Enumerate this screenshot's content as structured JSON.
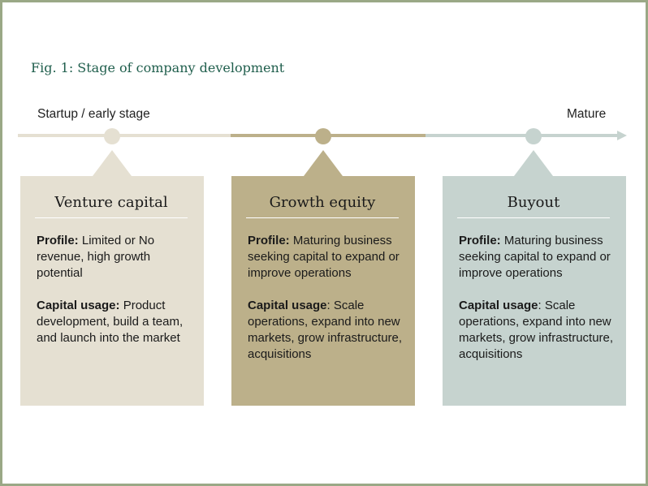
{
  "title": "Fig. 1: Stage of company development",
  "axis": {
    "start_label": "Startup / early stage",
    "end_label": "Mature"
  },
  "colors": {
    "venture": "#e5e0d2",
    "growth": "#bcb08a",
    "buyout": "#c6d3cf",
    "title": "#1f5e4c",
    "border": "#9aa886"
  },
  "stages": [
    {
      "name": "Venture capital",
      "profile_label": "Profile:",
      "profile": "Limited or No revenue, high growth potential",
      "usage_label": "Capital usage:",
      "usage": "Product development, build a team, and launch into the market"
    },
    {
      "name": "Growth equity",
      "profile_label": "Profile:",
      "profile": "Maturing business seeking capital to expand or improve operations",
      "usage_label": "Capital usage",
      "usage": ": Scale operations, expand into new markets, grow infrastructure, acquisitions"
    },
    {
      "name": "Buyout",
      "profile_label": "Profile:",
      "profile": "Maturing business seeking capital to expand or improve operations",
      "usage_label": "Capital usage",
      "usage": ": Scale operations, expand into new markets, grow infrastructure, acquisitions"
    }
  ]
}
